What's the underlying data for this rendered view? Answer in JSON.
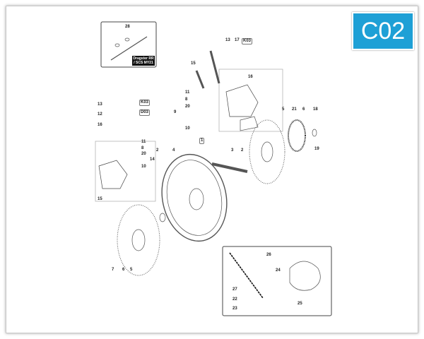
{
  "badge": {
    "code": "C02",
    "color": "#1ea0d6"
  },
  "inset_top": {
    "ref": "28",
    "tag_line1": "Dragster RR",
    "tag_line2": "/ SCS MY21"
  },
  "labels": {
    "a13": "13",
    "a17": "17",
    "aK03": "K03",
    "a15": "15",
    "a16": "16",
    "a11": "11",
    "a8": "8",
    "a20": "20",
    "a9": "9",
    "a10": "10",
    "b13": "13",
    "bK03": "K03",
    "b12": "12",
    "bD03": "D03",
    "b16": "16",
    "b11": "11",
    "b8": "8",
    "b20": "20",
    "b14": "14",
    "b2": "2",
    "b10": "10",
    "b4": "4",
    "b1": "1",
    "b15": "15",
    "c3": "3",
    "c2": "2",
    "c5": "5",
    "c21": "21",
    "c6": "6",
    "c18": "18",
    "c19": "19",
    "d7": "7",
    "d6": "6",
    "d5": "5",
    "e26": "26",
    "e24": "24",
    "e27": "27",
    "e22": "22",
    "e23": "23",
    "e25": "25"
  }
}
